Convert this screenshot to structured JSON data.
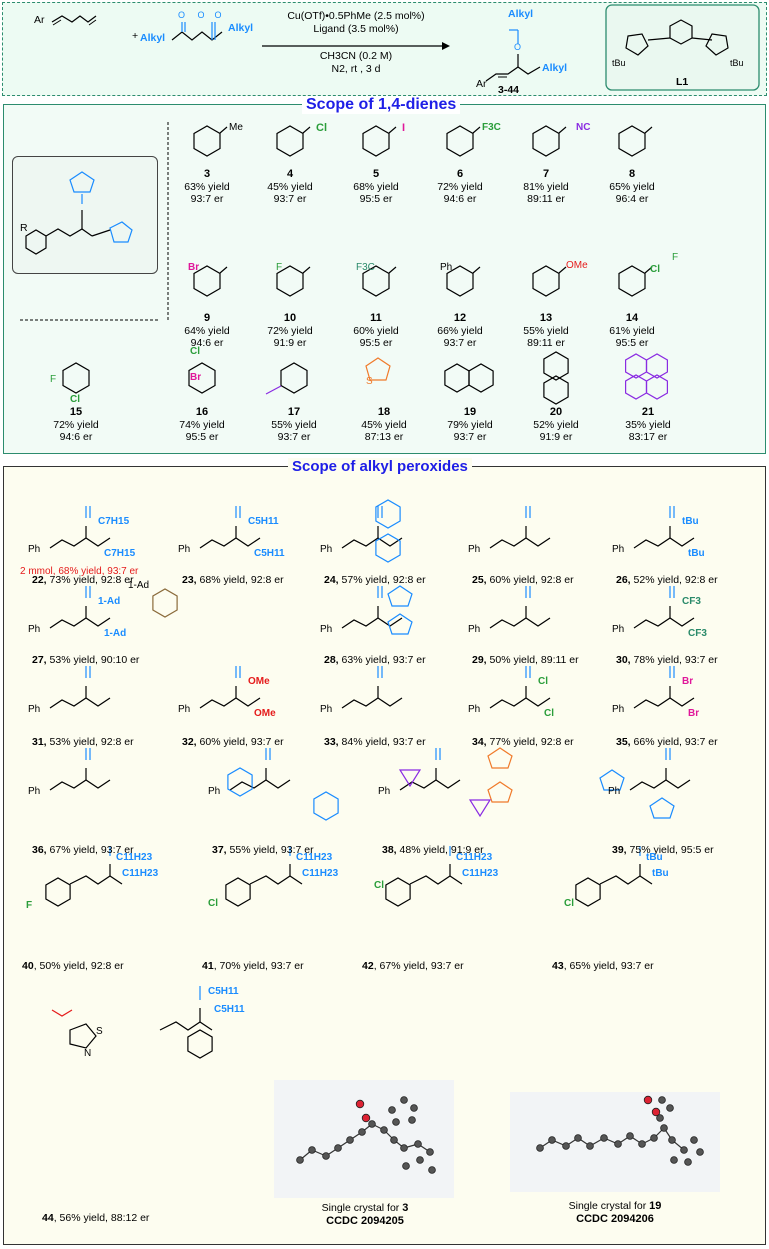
{
  "header": {
    "reactant1": "Ar",
    "reactant2_left": "Alkyl",
    "reactant2_right": "Alkyl",
    "plus": "+",
    "conditions": [
      "Cu(OTf)•0.5PhMe (2.5 mol%)",
      "Ligand (3.5 mol%)",
      "CH3CN (0.2 M)",
      "N2, rt , 3 d"
    ],
    "product_label": "3-44",
    "product_ar": "Ar",
    "product_alkyl_top": "Alkyl",
    "product_alkyl_side": "Alkyl",
    "ligand_label": "L1",
    "ligand_tbu": "tBu"
  },
  "dienes": {
    "title": "Scope of 1,4-dienes",
    "generic_r": "R",
    "items": [
      {
        "id": "3",
        "sub": "",
        "yield": "63% yield",
        "er": "93:7 er"
      },
      {
        "id": "4",
        "sub": "Me",
        "yield": "45% yield",
        "er": "93:7 er"
      },
      {
        "id": "5",
        "sub": "Cl",
        "yield": "68% yield",
        "er": "95:5 er"
      },
      {
        "id": "6",
        "sub": "I",
        "yield": "72% yield",
        "er": "94:6 er"
      },
      {
        "id": "7",
        "sub": "F3C",
        "yield": "81% yield",
        "er": "89:11 er"
      },
      {
        "id": "8",
        "sub": "NC",
        "yield": "65% yield",
        "er": "96:4 er"
      },
      {
        "id": "9",
        "sub": "Br",
        "yield": "64% yield",
        "er": "94:6 er"
      },
      {
        "id": "10",
        "sub": "F",
        "yield": "72% yield",
        "er": "91:9 er"
      },
      {
        "id": "11",
        "sub": "F3C",
        "yield": "60% yield",
        "er": "95:5 er"
      },
      {
        "id": "12",
        "sub": "Ph",
        "yield": "66% yield",
        "er": "93:7 er"
      },
      {
        "id": "13",
        "sub": "OMe",
        "yield": "55% yield",
        "er": "89:11 er"
      },
      {
        "id": "14",
        "sub": "Cl / F",
        "yield": "61% yield",
        "er": "95:5 er"
      },
      {
        "id": "15",
        "sub": "F / Cl",
        "yield": "72% yield",
        "er": "94:6 er"
      },
      {
        "id": "16",
        "sub": "Cl / Br",
        "yield": "74% yield",
        "er": "95:5 er"
      },
      {
        "id": "17",
        "sub": "",
        "yield": "55% yield",
        "er": "93:7 er"
      },
      {
        "id": "18",
        "sub": "S",
        "yield": "45% yield",
        "er": "87:13 er"
      },
      {
        "id": "19",
        "sub": "",
        "yield": "79% yield",
        "er": "93:7 er"
      },
      {
        "id": "20",
        "sub": "",
        "yield": "52% yield",
        "er": "91:9 er"
      },
      {
        "id": "21",
        "sub": "",
        "yield": "35% yield",
        "er": "83:17 er"
      }
    ]
  },
  "peroxides": {
    "title": "Scope of alkyl peroxides",
    "ph": "Ph",
    "items": [
      {
        "id": "22,",
        "text": " 73% yield, 92:8 er",
        "g1": "C7H15",
        "g2": "C7H15"
      },
      {
        "id": "23,",
        "text": " 68% yield, 92:8 er",
        "g1": "C5H11",
        "g2": "C5H11"
      },
      {
        "id": "24,",
        "text": " 57% yield, 92:8 er"
      },
      {
        "id": "25,",
        "text": " 60% yield, 92:8 er"
      },
      {
        "id": "26,",
        "text": " 52% yield, 92:8 er",
        "g1": "tBu",
        "g2": "tBu"
      },
      {
        "id": "27,",
        "text": " 53% yield, 90:10 er",
        "g1": "1-Ad",
        "g2": "1-Ad"
      },
      {
        "id": "28,",
        "text": " 63% yield, 93:7 er"
      },
      {
        "id": "29,",
        "text": " 50% yield,  89:11 er"
      },
      {
        "id": "30,",
        "text": " 78% yield, 93:7 er",
        "g1": "CF3",
        "g2": "CF3"
      },
      {
        "id": "31,",
        "text": " 53% yield, 92:8 er"
      },
      {
        "id": "32,",
        "text": " 60% yield, 93:7 er",
        "g1": "OMe",
        "g2": "OMe"
      },
      {
        "id": "33,",
        "text": " 84% yield, 93:7 er"
      },
      {
        "id": "34,",
        "text": " 77% yield, 92:8 er",
        "g1": "Cl",
        "g2": "Cl"
      },
      {
        "id": "35,",
        "text": " 66% yield, 93:7 er",
        "g1": "Br",
        "g2": "Br"
      },
      {
        "id": "36,",
        "text": " 67% yield, 93:7 er"
      },
      {
        "id": "37,",
        "text": " 55% yield, 93:7 er"
      },
      {
        "id": "38,",
        "text": " 48% yield, 91:9 er"
      },
      {
        "id": "39,",
        "text": " 75% yield, 95:5 er"
      },
      {
        "id": "40",
        "text": ",  50% yield, 92:8 er",
        "g1": "C11H23",
        "g2": "C11H23"
      },
      {
        "id": "41",
        "text": ",  70% yield, 93:7 er",
        "g1": "C11H23",
        "g2": "C11H23"
      },
      {
        "id": "42",
        "text": ",  67% yield, 93:7 er",
        "g1": "C11H23",
        "g2": "C11H23"
      },
      {
        "id": "43",
        "text": ", 65% yield, 93:7 er",
        "g1": "tBu",
        "g2": "tBu"
      },
      {
        "id": "44",
        "text": ", 56% yield, 88:12 er",
        "g1": "C5H11",
        "g2": "C5H11"
      }
    ],
    "note_23": "2 mmol, 68% yield, 93:7 er",
    "ad_label": "1-Ad",
    "halo": {
      "F": "F",
      "Cl": "Cl"
    },
    "thiazole_s": "S",
    "thiazole_n": "N",
    "crystal1": {
      "caption": "Single crystal for ",
      "id": "3",
      "ccdc": "CCDC 2094205"
    },
    "crystal2": {
      "caption": "Single crystal for ",
      "id": "19",
      "ccdc": "CCDC 2094206"
    }
  },
  "colors": {
    "blue": "#1a8cff",
    "title_blue": "#1e1ee6",
    "green": "#2a9d3a",
    "magenta": "#e0179a",
    "purple": "#8a2be2",
    "teal": "#2a8a6a",
    "orange": "#f07a2a",
    "red": "#e51b1b",
    "panel_border": "#2c8c6e",
    "panel_bg": "#f2fbf6"
  }
}
